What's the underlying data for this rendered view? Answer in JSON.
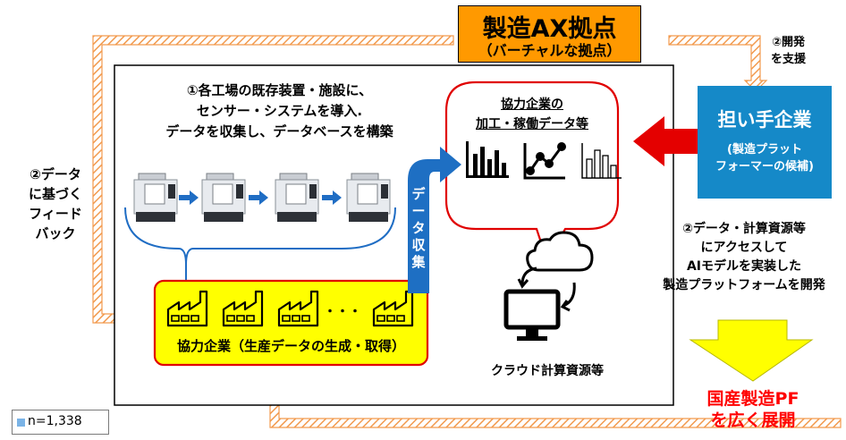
{
  "title": {
    "main": "製造AX拠点",
    "sub": "（バーチャルな拠点）"
  },
  "steps": {
    "dev_support": [
      "②開発",
      "を支援"
    ],
    "feedback": [
      "②データ",
      "に基づく",
      "フィード",
      "バック"
    ],
    "sensor": [
      "①各工場の既存装置・施設に、",
      "センサー・システムを導入.",
      "データを収集し、データベースを構築"
    ],
    "implement": [
      "②データ・計算資源等",
      "にアクセスして",
      "AIモデルを実装した",
      "製造プラットフォームを開発"
    ]
  },
  "collection_label": "データ収集",
  "supplier_data": [
    "協力企業の",
    "加工・稼働データ等"
  ],
  "provider": {
    "name": "担い手企業",
    "note": [
      "(製造プラット",
      "フォーマーの候補)"
    ]
  },
  "factories": {
    "ellipsis": "・・・",
    "label": "協力企業（生産データの生成・取得）"
  },
  "cloud_label": "クラウド計算資源等",
  "outcome": [
    "国産製造PF",
    "を広く展開"
  ],
  "legend": {
    "label": "n=1,338"
  },
  "colors": {
    "accent_orange": "#ff9900",
    "provider_blue": "#1589c8",
    "factory_yellow": "#ffff00",
    "border_red": "#e00000",
    "outcome_red": "#ff0000",
    "arrow_blue": "#1e6fc3",
    "hatch_orange": "#f5a461"
  }
}
